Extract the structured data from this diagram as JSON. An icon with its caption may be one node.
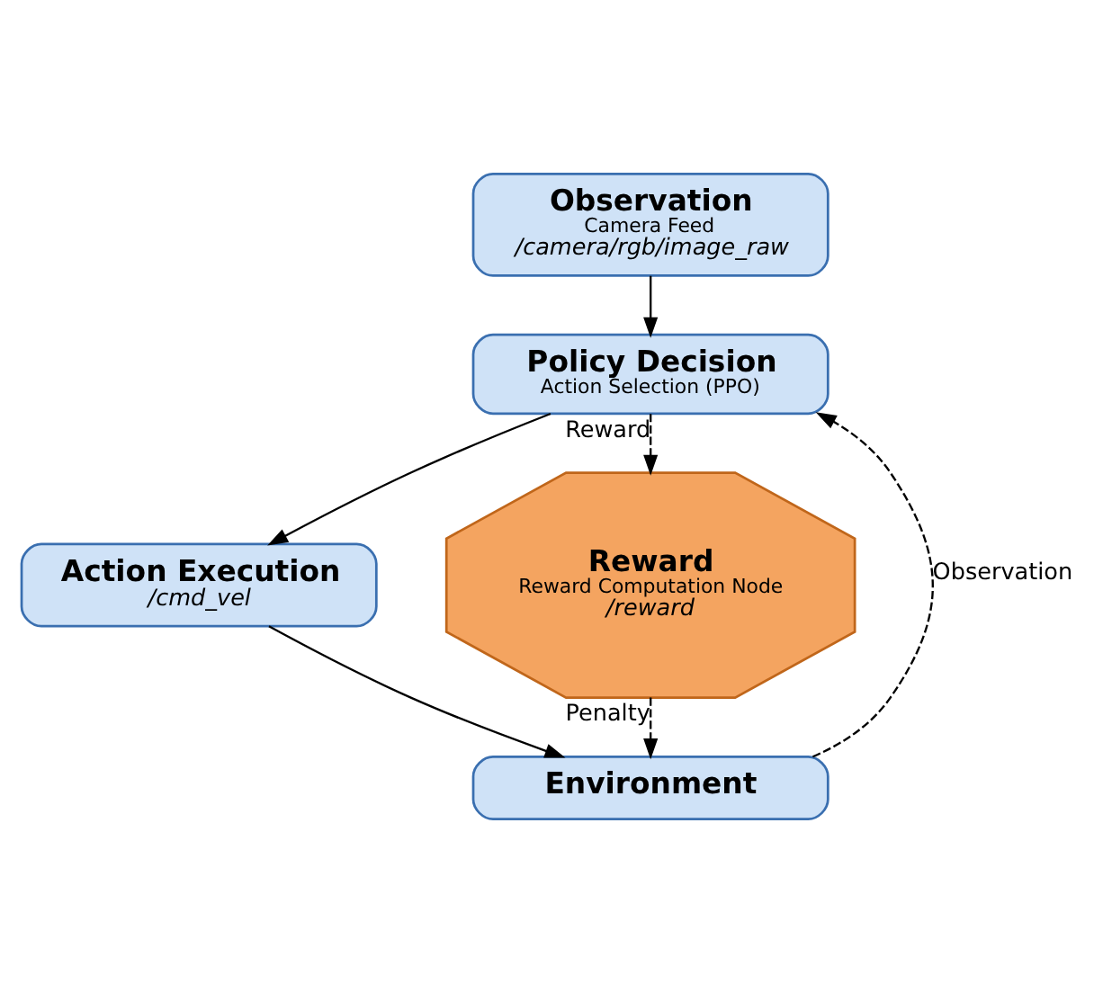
{
  "diagram": {
    "nodes": [
      {
        "text": [
          "Observation",
          "Camera Feed",
          "/camera/rgb/image_raw"
        ]
      },
      {
        "text": [
          "Policy Decision",
          "Action Selection (PPO)"
        ]
      },
      {
        "text": [
          "Action Execution",
          "/cmd_vel"
        ]
      },
      {
        "text": [
          "Environment"
        ]
      },
      {
        "text": [
          "Reward",
          "Reward Computation Node",
          "/reward"
        ]
      }
    ],
    "edges": [
      {
        "from": 0,
        "to": 1,
        "arrow": "to"
      },
      {
        "from": 1,
        "to": 2,
        "arrow": "to"
      },
      {
        "from": 2,
        "to": 3,
        "arrow": "to"
      },
      {
        "from": 3,
        "to": 1,
        "arrow": "to",
        "label": "Observation",
        "style": "dashed"
      },
      {
        "from": 1,
        "to": 4,
        "arrow": "to",
        "label": "Reward",
        "style": "dashed"
      },
      {
        "from": 4,
        "to": 3,
        "arrow": "to",
        "label": "Penalty",
        "style": "dashed"
      }
    ]
  }
}
